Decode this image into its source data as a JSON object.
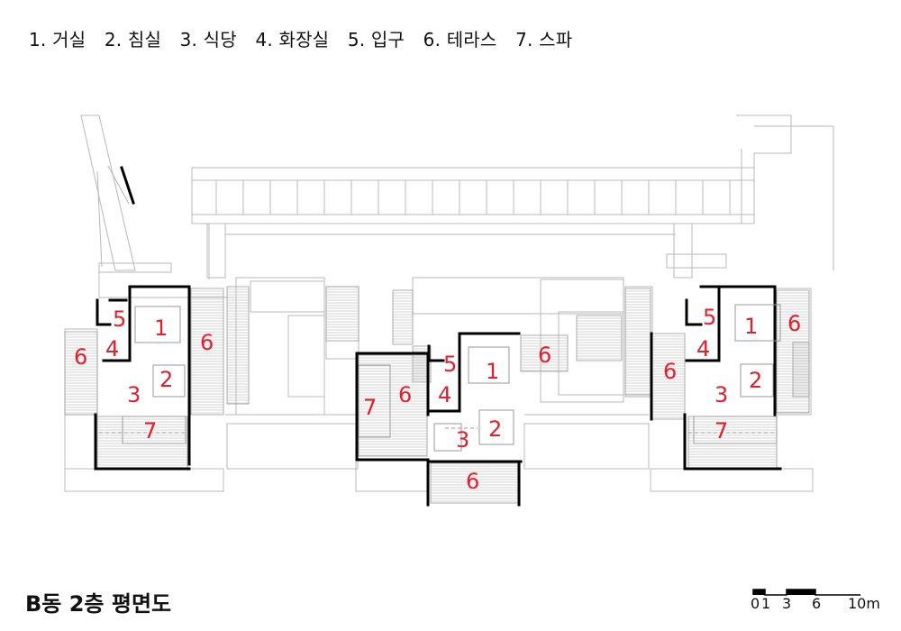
{
  "legend": {
    "items": [
      "1. 거실",
      "2. 침실",
      "3. 식당",
      "4. 화장실",
      "5. 입구",
      "6. 테라스",
      "7. 스파"
    ]
  },
  "drawing_title": "B동 2층 평면도",
  "scale_bar": {
    "labels": [
      "0",
      "1",
      "3",
      "6",
      "10m"
    ]
  },
  "room_labels": {
    "left": [
      "5",
      "1",
      "6",
      "4",
      "6",
      "2",
      "3",
      "7"
    ],
    "center": [
      "5",
      "1",
      "6",
      "7",
      "6",
      "4",
      "2",
      "3",
      "6"
    ],
    "right": [
      "5",
      "1",
      "6",
      "4",
      "6",
      "2",
      "3",
      "7"
    ]
  },
  "colors": {
    "label": "#e0202e",
    "line": "#b8b8b8",
    "wall": "#000000"
  }
}
